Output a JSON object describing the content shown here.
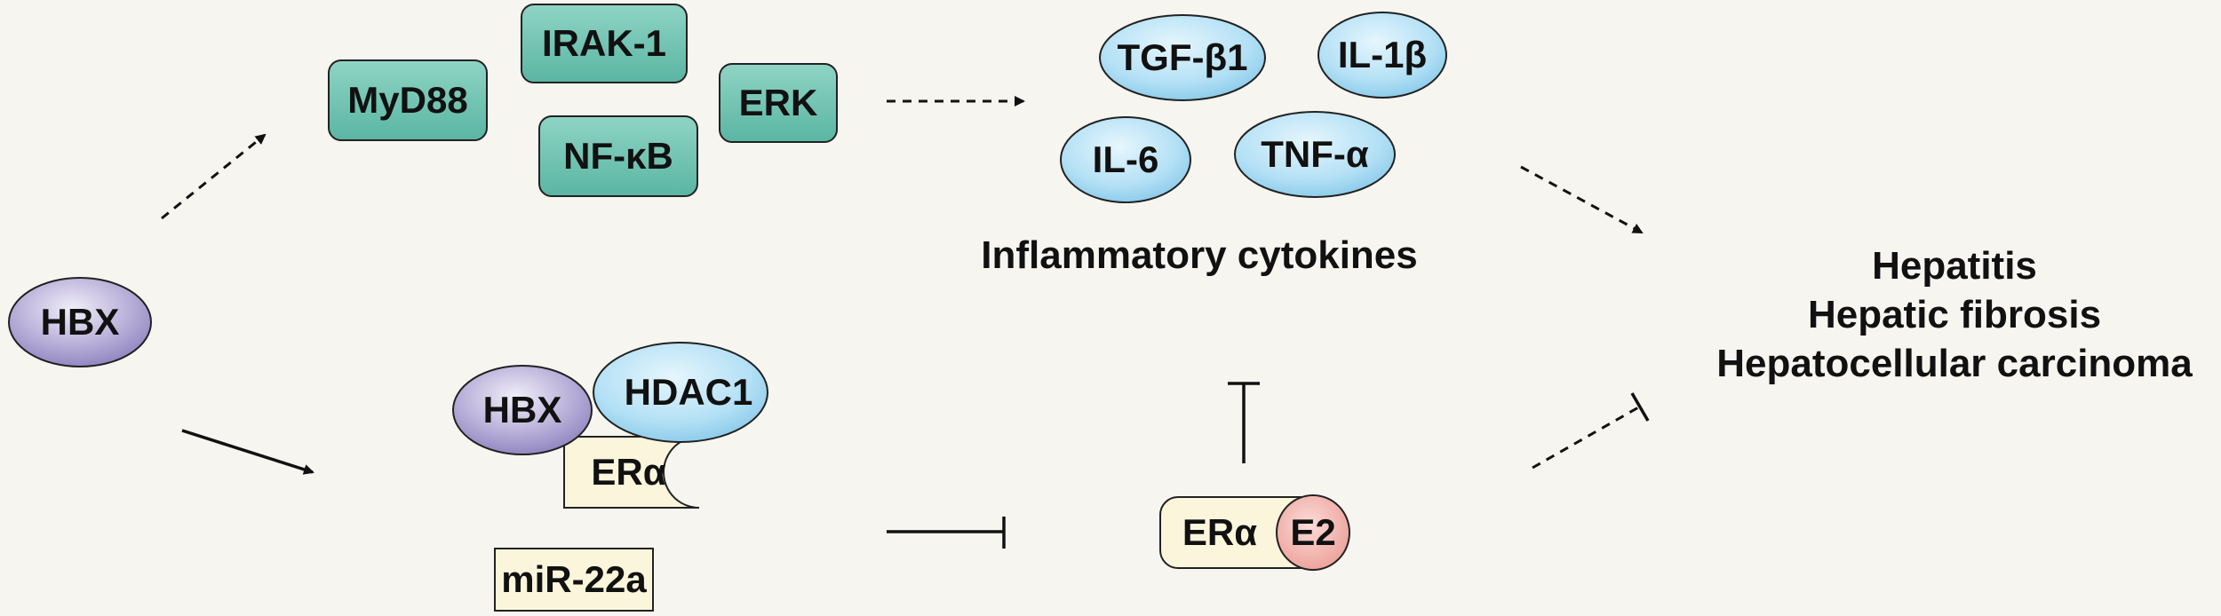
{
  "hbx": {
    "label": "HBX"
  },
  "signaling": {
    "myd88": "MyD88",
    "irak1": "IRAK-1",
    "erk": "ERK",
    "nfkb": "NF-κB"
  },
  "cytokines": {
    "tgfb1": "TGF-β1",
    "il1b": "IL-1β",
    "il6": "IL-6",
    "tnfa": "TNF-α",
    "caption": "Inflammatory cytokines"
  },
  "complex": {
    "hbx": "HBX",
    "hdac1": "HDAC1",
    "era": "ERα",
    "mir": "miR-22a"
  },
  "receptor": {
    "era": "ERα",
    "e2": "E2"
  },
  "outcomes": {
    "hepatitis": "Hepatitis",
    "fibrosis": "Hepatic fibrosis",
    "hcc": "Hepatocellular carcinoma"
  },
  "colors": {
    "background": "#f6f5f0",
    "teal": "#6fc4b2",
    "blue": "#a8daf3",
    "purple": "#aaa0d0",
    "cream": "#fbf5dc",
    "pink": "#f1aaa3"
  }
}
